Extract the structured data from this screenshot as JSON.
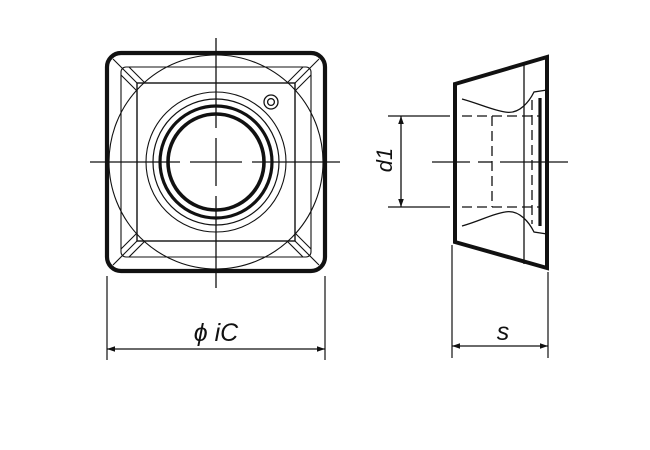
{
  "drawing": {
    "line_color": "#111111",
    "background_color": "#ffffff"
  },
  "labels": {
    "inscribed_circle": "ϕ iC",
    "hole_diameter": "d1",
    "thickness": "s"
  }
}
